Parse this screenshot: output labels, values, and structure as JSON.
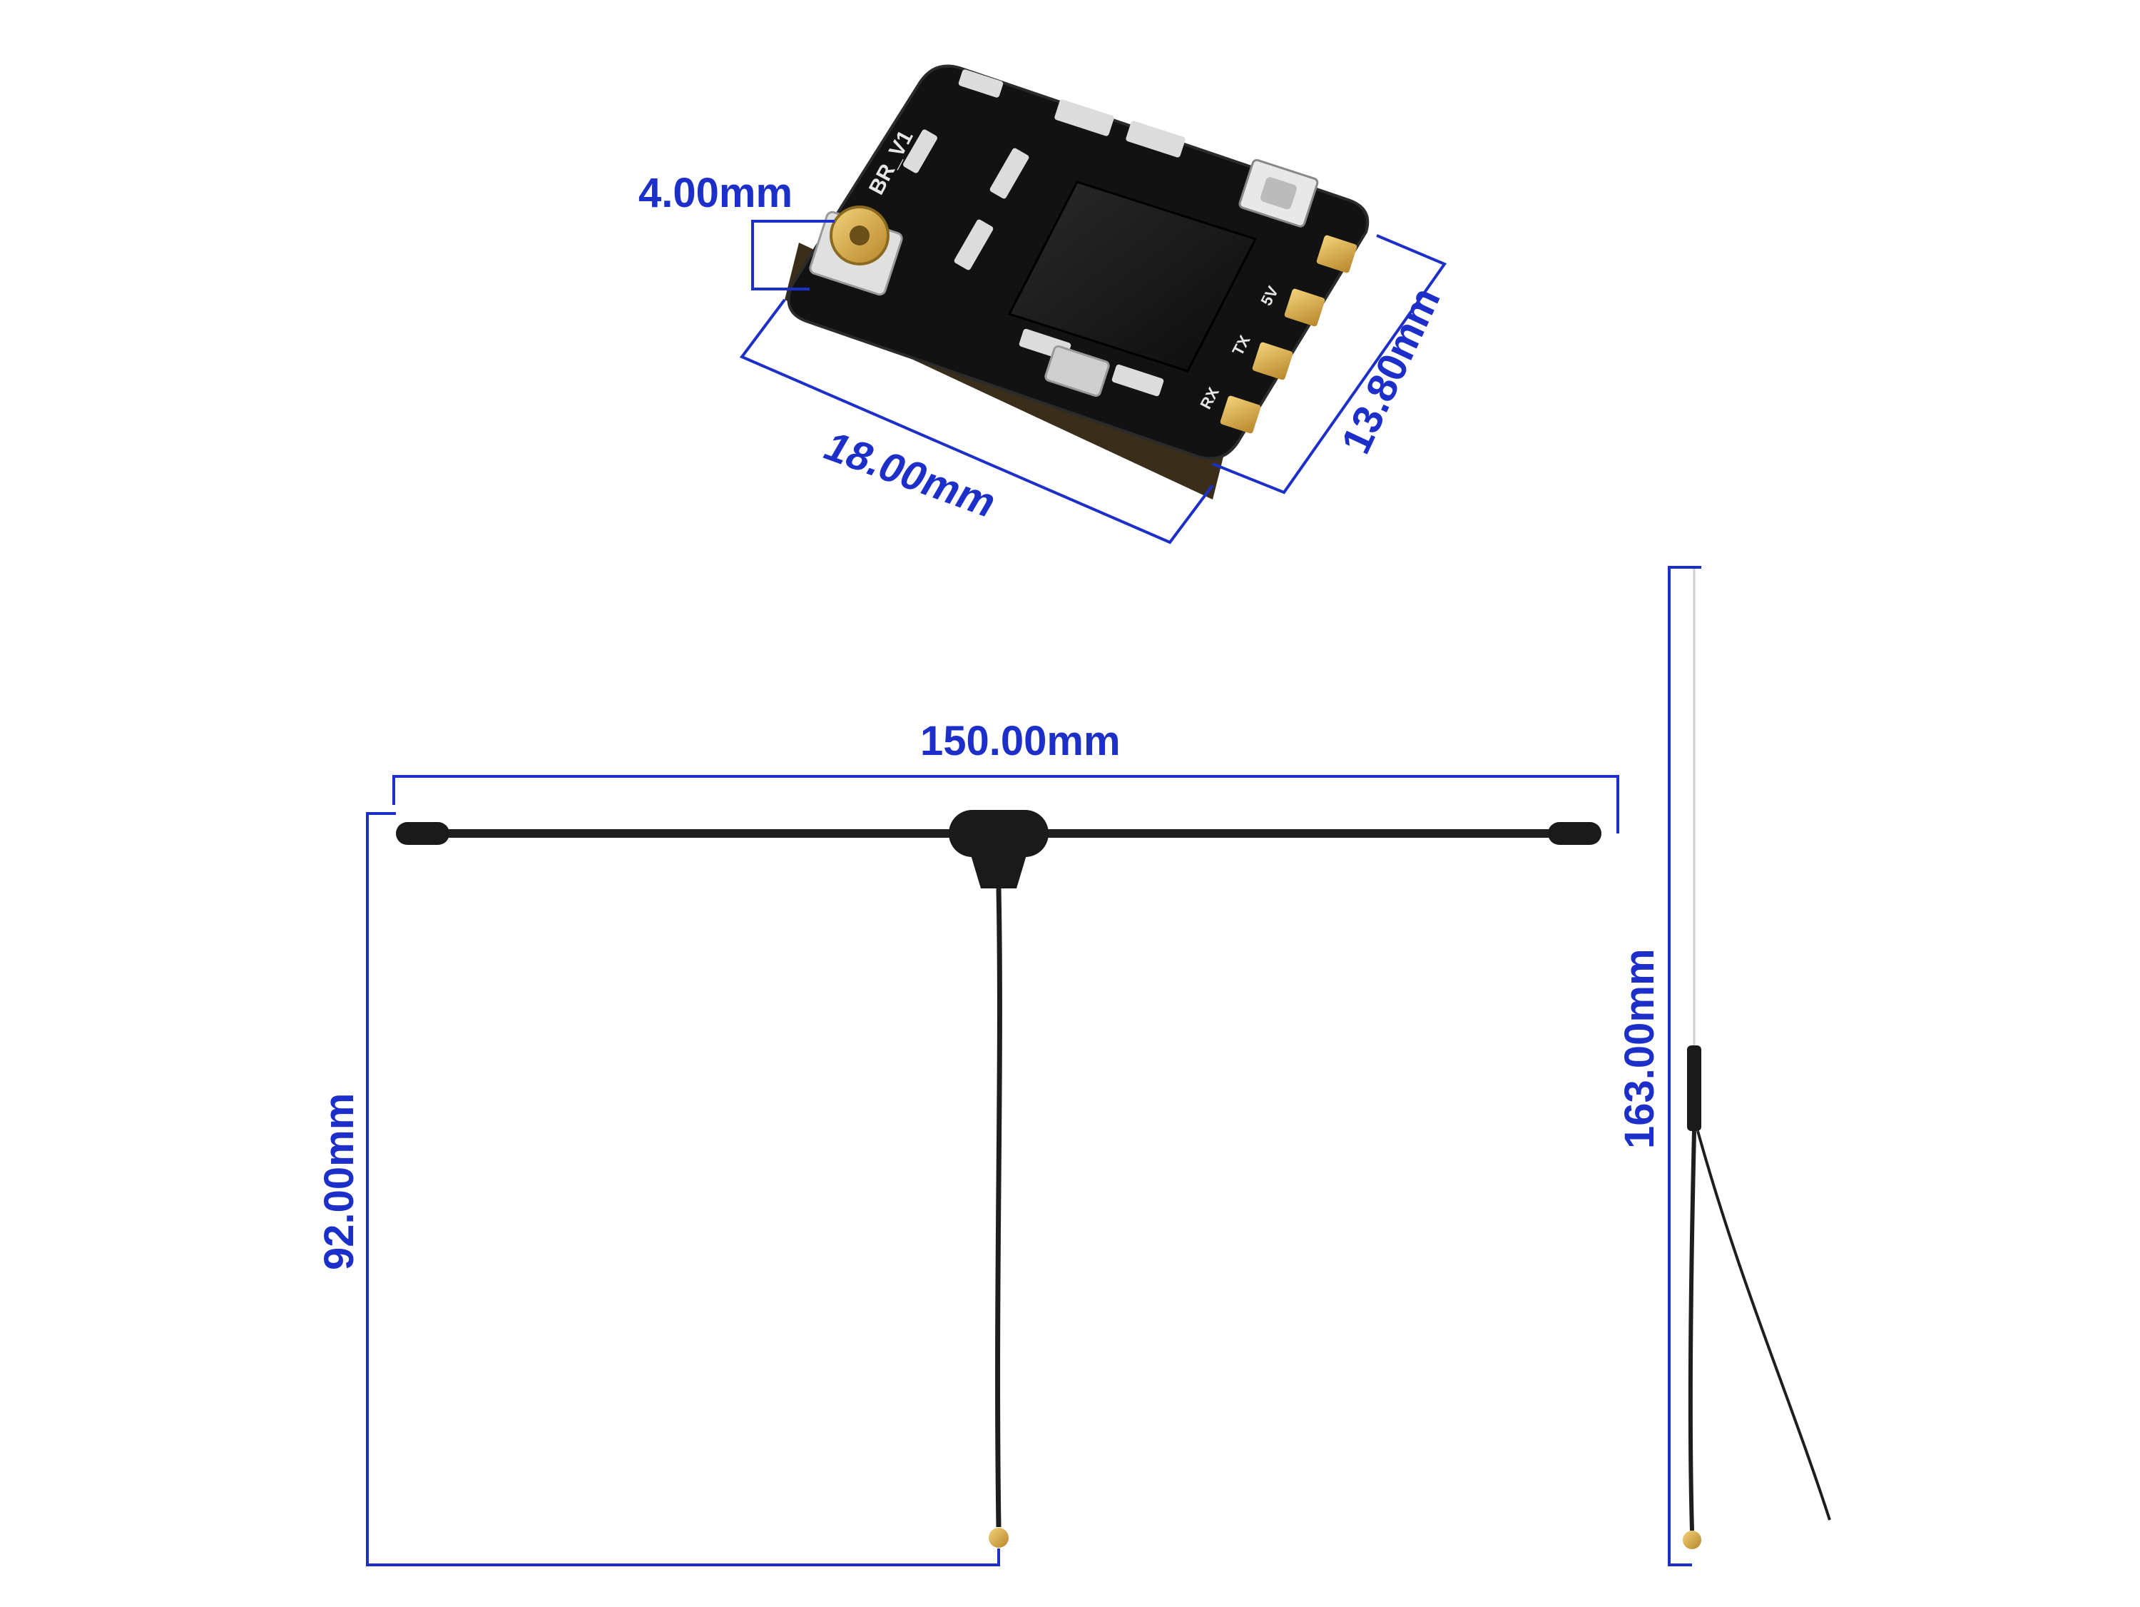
{
  "colors": {
    "dimension": "#1d2fc9",
    "board": "#141414",
    "cable": "#1e1e1e",
    "gold": "#d4a73c",
    "background": "#ffffff"
  },
  "board": {
    "silkscreen_version": "BR_V1",
    "pad_labels": [
      "5V",
      "TX",
      "RX"
    ]
  },
  "dimensions": {
    "connector_height": "4.00mm",
    "board_length": "18.00mm",
    "board_width": "13.80mm",
    "dipole_span": "150.00mm",
    "dipole_cable": "92.00mm",
    "single_antenna": "163.00mm"
  }
}
